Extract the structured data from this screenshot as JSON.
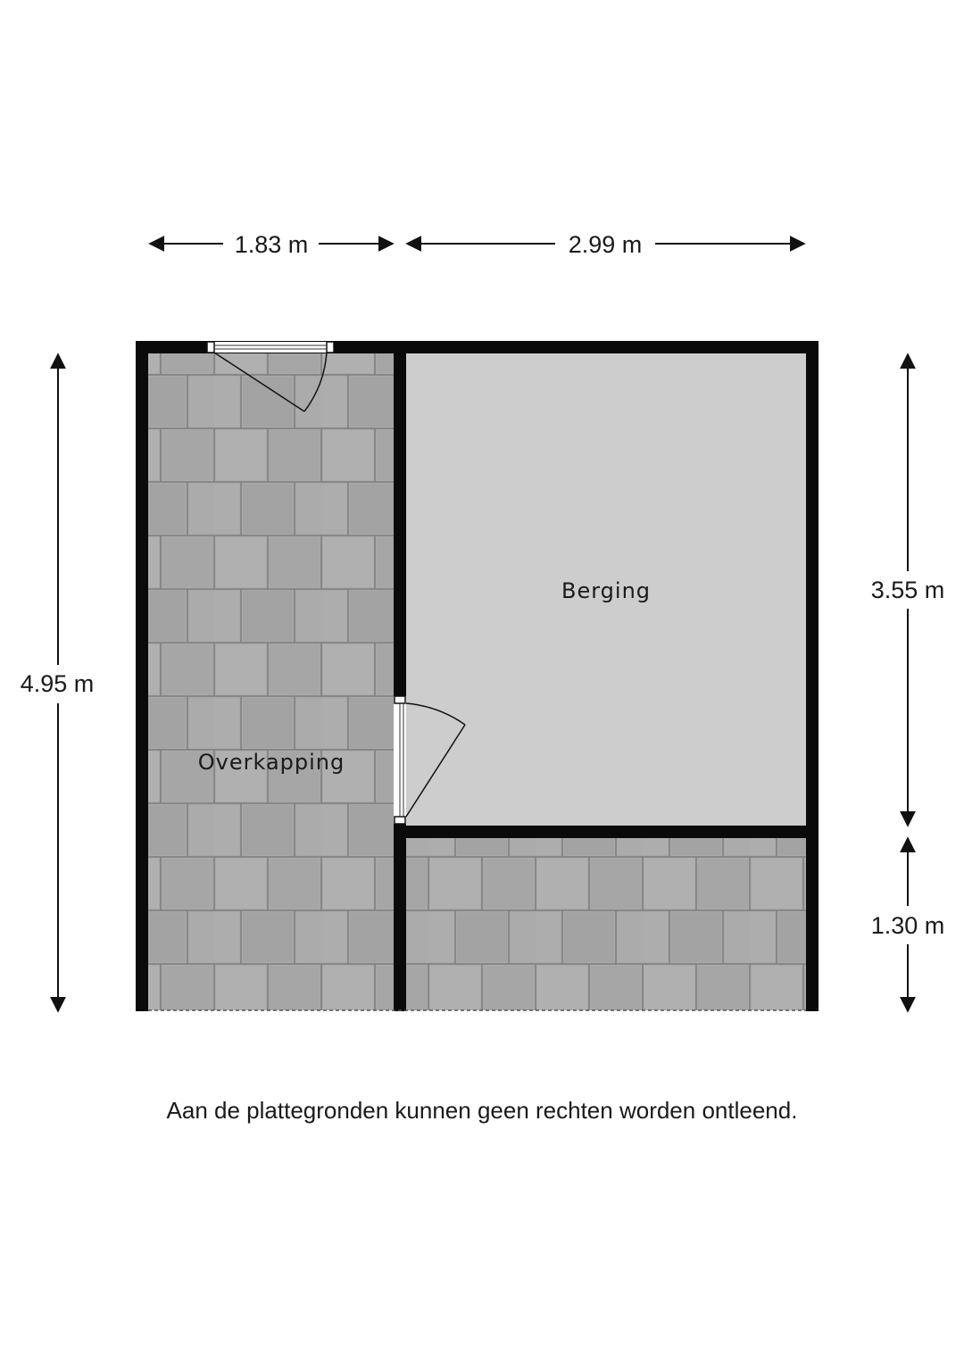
{
  "dimensions": {
    "top_left_width": "1.83 m",
    "top_right_width": "2.99 m",
    "left_total_height": "4.95 m",
    "right_upper_height": "3.55 m",
    "right_lower_height": "1.30 m"
  },
  "rooms": {
    "overkapping": "Overkapping",
    "berging": "Berging"
  },
  "disclaimer": "Aan de plattegronden kunnen geen rechten worden ontleend.",
  "colors": {
    "wall": "#0a0a0a",
    "tile": "#a9a9a9",
    "tile_joint": "#7e7e7e",
    "berging_floor": "#cdcdcd",
    "dimension_line": "#111111"
  },
  "icons": [
    "arrow-left-icon",
    "arrow-right-icon",
    "arrow-up-icon",
    "arrow-down-icon",
    "door-swing-icon",
    "window-icon"
  ]
}
